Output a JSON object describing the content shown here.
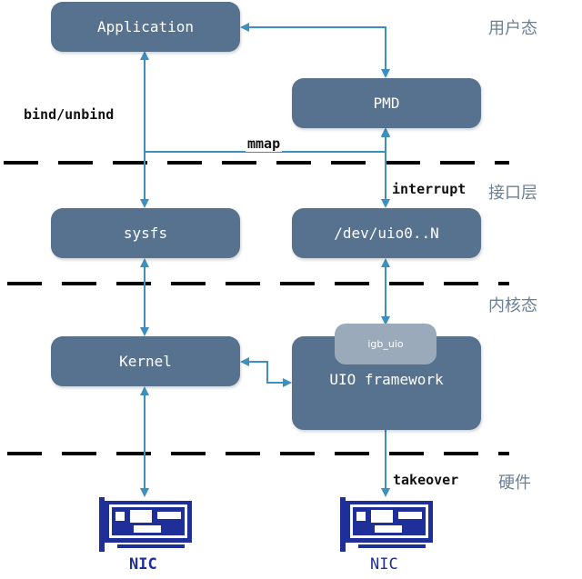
{
  "nodes": {
    "application": "Application",
    "pmd": "PMD",
    "sysfs": "sysfs",
    "dev_uio": "/dev/uio0..N",
    "kernel": "Kernel",
    "uio_framework": "UIO framework",
    "igb_uio": "igb_uio"
  },
  "layers": {
    "user": "用户态",
    "interface": "接口层",
    "kernel": "内核态",
    "hardware": "硬件"
  },
  "edges": {
    "bind_unbind": "bind/unbind",
    "mmap": "mmap",
    "interrupt": "interrupt",
    "takeover": "takeover"
  },
  "nics": {
    "left": "NIC",
    "right": "NIC"
  },
  "colors": {
    "box": "#56728f",
    "pill": "#9aaabb",
    "arrow": "#3d8fbd",
    "nic": "#1e2f9a",
    "dash": "#000000"
  }
}
